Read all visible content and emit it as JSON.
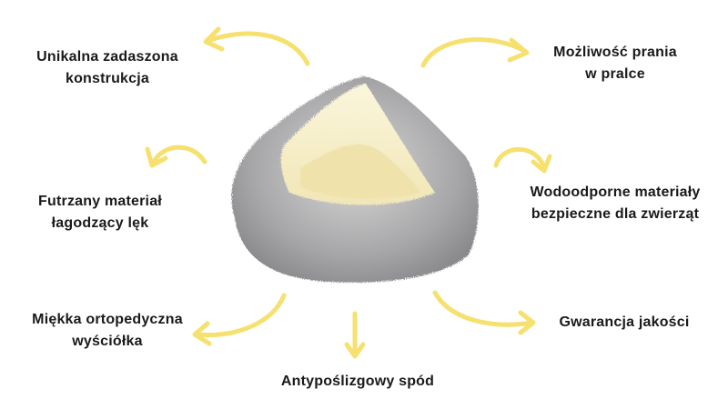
{
  "features": [
    {
      "line1": "Unikalna zadaszona",
      "line2": "konstrukcja"
    },
    {
      "line1": "Możliwość prania",
      "line2": "w pralce"
    },
    {
      "line1": "Futrzany materiał",
      "line2": "łagodzący lęk"
    },
    {
      "line1": "Wodoodporne materiały",
      "line2": "bezpieczne dla zwierząt"
    },
    {
      "line1": "Miękka ortopedyczna",
      "line2": "wyściółka"
    },
    {
      "line1": "Gwarancja jakości"
    },
    {
      "line1": "Antypoślizgowy spód"
    }
  ],
  "colors": {
    "arrow": "#F6E06E",
    "fur": "#A9A9AB",
    "lining": "#F6EFCB"
  }
}
